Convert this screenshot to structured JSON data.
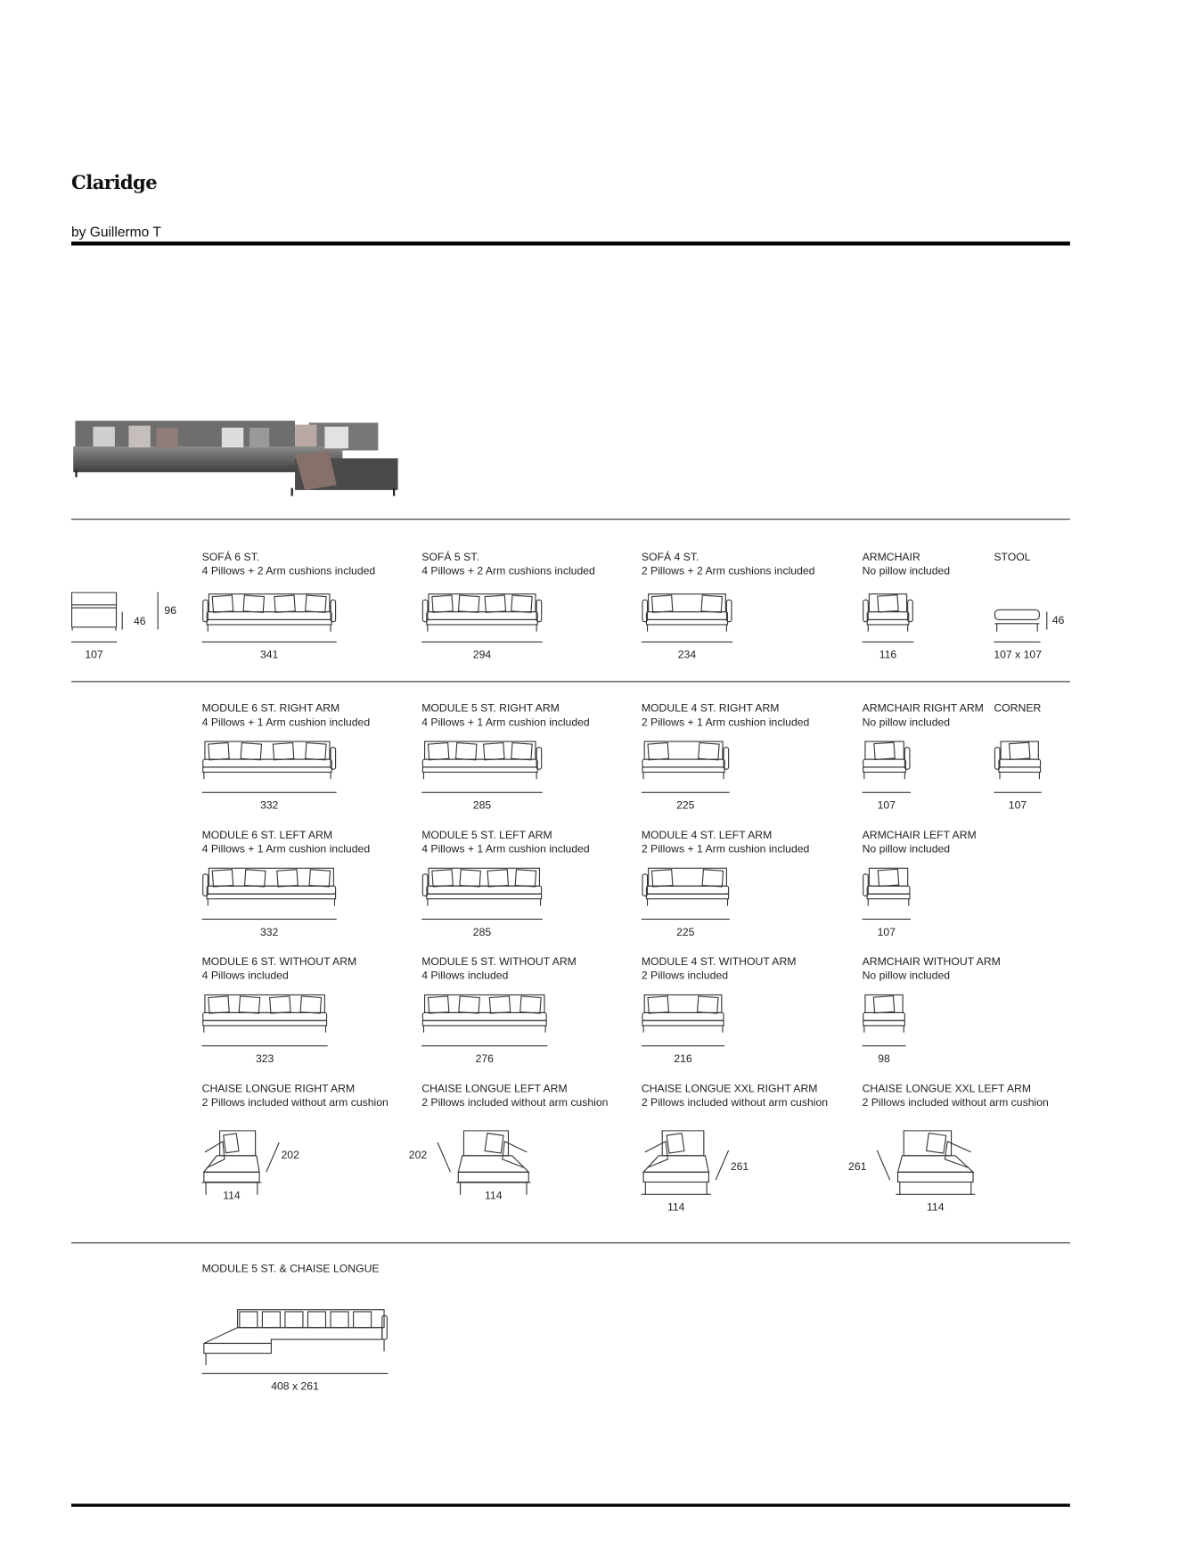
{
  "header": {
    "title": "Claridge",
    "designer": "by Guillermo T"
  },
  "photo": {
    "alt_icon": "sofa-photo"
  },
  "reference_module": {
    "width": "107",
    "seat_height": "46",
    "height": "96"
  },
  "rows": [
    {
      "items": [
        {
          "title": "SOFÁ 6 ST.",
          "subtitle": "4 Pillows + 2 Arm cushions included",
          "dimension": "341",
          "icon": "sofa-both-arms"
        },
        {
          "title": "SOFÁ 5 ST.",
          "subtitle": "4 Pillows + 2 Arm cushions included",
          "dimension": "294",
          "icon": "sofa-both-arms"
        },
        {
          "title": "SOFÁ 4 ST.",
          "subtitle": "2 Pillows + 2 Arm cushions included",
          "dimension": "234",
          "icon": "sofa-both-arms"
        },
        {
          "title": "ARMCHAIR",
          "subtitle": "No pillow included",
          "dimension": "116",
          "icon": "armchair"
        },
        {
          "title": "STOOL",
          "subtitle": "",
          "dimension": "107 x 107",
          "height": "46",
          "icon": "stool"
        }
      ]
    },
    {
      "items": [
        {
          "title": "MODULE 6 ST. RIGHT ARM",
          "subtitle": "4 Pillows + 1 Arm cushion included",
          "dimension": "332",
          "icon": "sofa-right-arm"
        },
        {
          "title": "MODULE 5 ST. RIGHT ARM",
          "subtitle": "4 Pillows + 1 Arm cushion included",
          "dimension": "285",
          "icon": "sofa-right-arm"
        },
        {
          "title": "MODULE 4 ST. RIGHT ARM",
          "subtitle": "2 Pillows + 1 Arm cushion included",
          "dimension": "225",
          "icon": "sofa-right-arm"
        },
        {
          "title": "ARMCHAIR RIGHT ARM",
          "subtitle": "No pillow included",
          "dimension": "107",
          "icon": "armchair-right-arm"
        },
        {
          "title": "CORNER",
          "subtitle": "",
          "dimension": "107",
          "icon": "corner"
        }
      ]
    },
    {
      "items": [
        {
          "title": "MODULE 6 ST. LEFT ARM",
          "subtitle": "4 Pillows + 1 Arm cushion included",
          "dimension": "332",
          "icon": "sofa-left-arm"
        },
        {
          "title": "MODULE 5 ST. LEFT ARM",
          "subtitle": "4 Pillows + 1 Arm cushion included",
          "dimension": "285",
          "icon": "sofa-left-arm"
        },
        {
          "title": "MODULE 4 ST. LEFT ARM",
          "subtitle": "2 Pillows + 1 Arm cushion included",
          "dimension": "225",
          "icon": "sofa-left-arm"
        },
        {
          "title": "ARMCHAIR LEFT ARM",
          "subtitle": "No pillow included",
          "dimension": "107",
          "icon": "armchair-left-arm"
        }
      ]
    },
    {
      "items": [
        {
          "title": "MODULE 6 ST. WITHOUT ARM",
          "subtitle": "4 Pillows included",
          "dimension": "323",
          "icon": "sofa-no-arm"
        },
        {
          "title": "MODULE 5 ST. WITHOUT ARM",
          "subtitle": "4 Pillows included",
          "dimension": "276",
          "icon": "sofa-no-arm"
        },
        {
          "title": "MODULE 4 ST. WITHOUT ARM",
          "subtitle": "2 Pillows included",
          "dimension": "216",
          "icon": "sofa-no-arm"
        },
        {
          "title": "ARMCHAIR WITHOUT ARM",
          "subtitle": "No pillow included",
          "dimension": "98",
          "icon": "armchair-no-arm"
        }
      ]
    },
    {
      "items": [
        {
          "title": "CHAISE LONGUE RIGHT ARM",
          "subtitle": "2 Pillows included without arm cushion",
          "dimension": "114",
          "depth": "202",
          "icon": "chaise-right-arm"
        },
        {
          "title": "CHAISE LONGUE LEFT ARM",
          "subtitle": "2 Pillows included without arm cushion",
          "dimension": "114",
          "depth": "202",
          "icon": "chaise-left-arm"
        },
        {
          "title": "CHAISE LONGUE XXL RIGHT ARM",
          "subtitle": "2 Pillows included without arm cushion",
          "dimension": "114",
          "depth": "261",
          "icon": "chaise-xxl-right-arm"
        },
        {
          "title": "CHAISE LONGUE XXL LEFT ARM",
          "subtitle": "2 Pillows included without arm cushion",
          "dimension": "114",
          "depth": "261",
          "icon": "chaise-xxl-left-arm"
        }
      ]
    },
    {
      "items": [
        {
          "title": "MODULE 5 ST. & CHAISE LONGUE",
          "subtitle": "",
          "dimension": "408 x 261",
          "icon": "sofa-with-chaise"
        }
      ]
    }
  ]
}
